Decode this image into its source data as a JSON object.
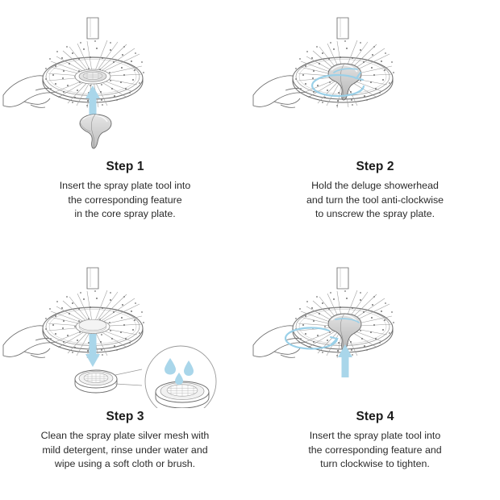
{
  "document": {
    "title": "Deluge showerhead spray plate cleaning instructions",
    "background_color": "#ffffff",
    "text_color": "#231f20",
    "accent_color": "#a9d6ea",
    "metal_color": "#c9c9c9",
    "line_color": "#5a5a5a"
  },
  "steps": [
    {
      "id": "step-1",
      "title": "Step 1",
      "lines": [
        "Insert the spray plate tool into",
        "the corresponding feature",
        "in the core spray plate."
      ],
      "illustration": {
        "name": "showerhead-with-tool-below",
        "arrow": "up-arrow",
        "arrow_color": "#a9d6ea",
        "parts": [
          "hand",
          "showerhead-disc",
          "mounting-stem",
          "center-hub",
          "spray-plate-tool"
        ]
      }
    },
    {
      "id": "step-2",
      "title": "Step 2",
      "lines": [
        "Hold the deluge showerhead",
        "and turn the tool anti-clockwise",
        "to unscrew the spray plate."
      ],
      "illustration": {
        "name": "showerhead-tool-rotating-anticlockwise",
        "arrow": "rotation-arrow-anticlockwise",
        "arrow_color": "#a9d6ea",
        "parts": [
          "hand",
          "showerhead-disc",
          "mounting-stem",
          "spray-plate-tool-inserted",
          "rotation-ring"
        ]
      }
    },
    {
      "id": "step-3",
      "title": "Step 3",
      "lines": [
        "Clean the spray plate silver mesh with",
        "mild detergent, rinse under water and",
        "wipe using a soft cloth or brush."
      ],
      "illustration": {
        "name": "spray-plate-removed-and-cleaning-callout",
        "arrow": "down-arrow",
        "arrow_color": "#a9d6ea",
        "parts": [
          "hand",
          "showerhead-disc",
          "mounting-stem",
          "removed-spray-plate",
          "magnifier-callout",
          "water-droplets"
        ]
      }
    },
    {
      "id": "step-4",
      "title": "Step 4",
      "lines": [
        "Insert the spray plate tool into",
        "the corresponding feature and",
        "turn clockwise to tighten."
      ],
      "illustration": {
        "name": "showerhead-tool-rotating-clockwise",
        "arrow": "up-arrow-and-rotation-arrow-clockwise",
        "arrow_color": "#a9d6ea",
        "parts": [
          "hand",
          "showerhead-disc",
          "mounting-stem",
          "spray-plate-tool-inserted",
          "rotation-ring",
          "up-arrow"
        ]
      }
    }
  ]
}
